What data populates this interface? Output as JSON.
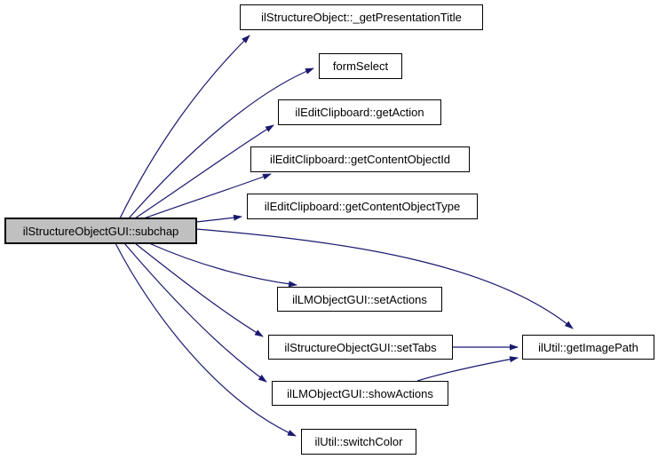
{
  "diagram": {
    "type": "call-graph",
    "background_color": "#ffffff",
    "edge_color": "#191970",
    "node_border_color": "#000000",
    "node_fill_color": "#ffffff",
    "highlight_fill_color": "#c0c0c0",
    "text_color": "#000000"
  },
  "nodes": {
    "subchap": {
      "label": "ilStructureObjectGUI::subchap",
      "highlighted": true
    },
    "getPresentationTitle": {
      "label": "ilStructureObject::_getPresentationTitle",
      "highlighted": false
    },
    "formSelect": {
      "label": "formSelect",
      "highlighted": false
    },
    "getAction": {
      "label": "ilEditClipboard::getAction",
      "highlighted": false
    },
    "getContentObjectId": {
      "label": "ilEditClipboard::getContentObjectId",
      "highlighted": false
    },
    "getContentObjectType": {
      "label": "ilEditClipboard::getContentObjectType",
      "highlighted": false
    },
    "setActions": {
      "label": "ilLMObjectGUI::setActions",
      "highlighted": false
    },
    "setTabs": {
      "label": "ilStructureObjectGUI::setTabs",
      "highlighted": false
    },
    "showActions": {
      "label": "ilLMObjectGUI::showActions",
      "highlighted": false
    },
    "switchColor": {
      "label": "ilUtil::switchColor",
      "highlighted": false
    },
    "getImagePath": {
      "label": "ilUtil::getImagePath",
      "highlighted": false
    }
  },
  "edges": [
    {
      "from": "subchap",
      "to": "getPresentationTitle"
    },
    {
      "from": "subchap",
      "to": "formSelect"
    },
    {
      "from": "subchap",
      "to": "getAction"
    },
    {
      "from": "subchap",
      "to": "getContentObjectId"
    },
    {
      "from": "subchap",
      "to": "getContentObjectType"
    },
    {
      "from": "subchap",
      "to": "getImagePath"
    },
    {
      "from": "subchap",
      "to": "setActions"
    },
    {
      "from": "subchap",
      "to": "setTabs"
    },
    {
      "from": "subchap",
      "to": "showActions"
    },
    {
      "from": "subchap",
      "to": "switchColor"
    },
    {
      "from": "setTabs",
      "to": "getImagePath"
    },
    {
      "from": "showActions",
      "to": "getImagePath"
    }
  ]
}
